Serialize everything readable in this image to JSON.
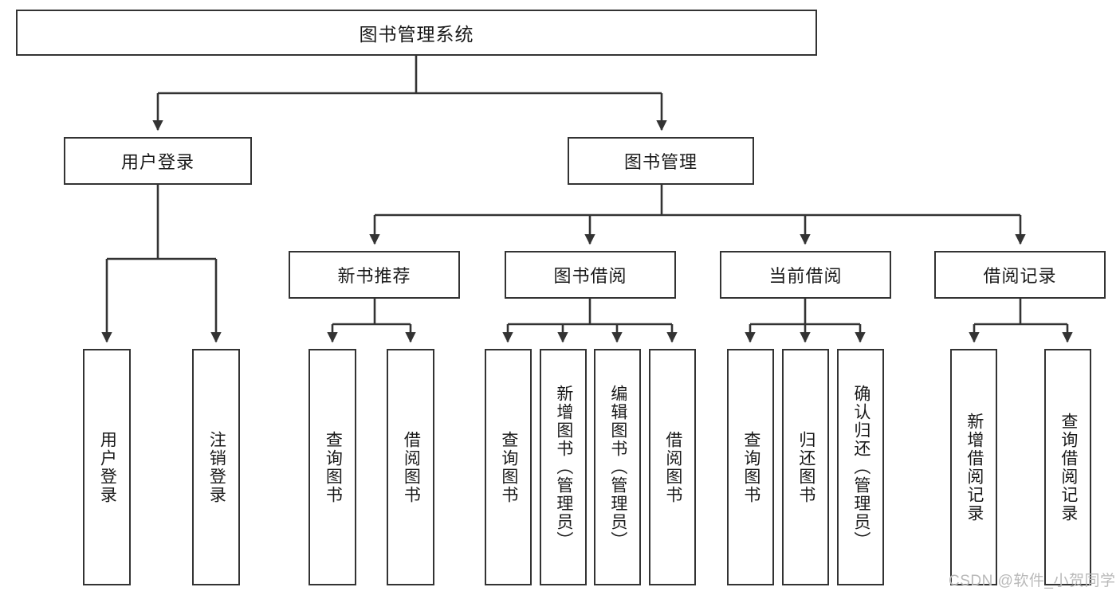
{
  "diagram": {
    "type": "tree",
    "title": "图书管理系统",
    "orientation": "top-down",
    "colors": {
      "box_border": "#333333",
      "box_fill": "#ffffff",
      "edge": "#333333",
      "text": "#1a1a1a",
      "watermark": "#b9b9b9",
      "background": "#ffffff"
    },
    "watermark": "CSDN @软件_小贺同学",
    "root": {
      "label": "图书管理系统"
    },
    "level2": [
      {
        "label": "用户登录"
      },
      {
        "label": "图书管理"
      }
    ],
    "level3": [
      {
        "label": "新书推荐"
      },
      {
        "label": "图书借阅"
      },
      {
        "label": "当前借阅"
      },
      {
        "label": "借阅记录"
      }
    ],
    "leaves": {
      "user_login": [
        {
          "label": "用户登录"
        },
        {
          "label": "注销登录"
        }
      ],
      "new_book_recommend": [
        {
          "label": "查询图书"
        },
        {
          "label": "借阅图书"
        }
      ],
      "book_borrow": [
        {
          "label": "查询图书"
        },
        {
          "label": "新增图书（管理员）"
        },
        {
          "label": "编辑图书（管理员）"
        },
        {
          "label": "借阅图书"
        }
      ],
      "current_borrow": [
        {
          "label": "查询图书"
        },
        {
          "label": "归还图书"
        },
        {
          "label": "确认归还（管理员）"
        }
      ],
      "borrow_record": [
        {
          "label": "新增借阅记录"
        },
        {
          "label": "查询借阅记录"
        }
      ]
    }
  }
}
